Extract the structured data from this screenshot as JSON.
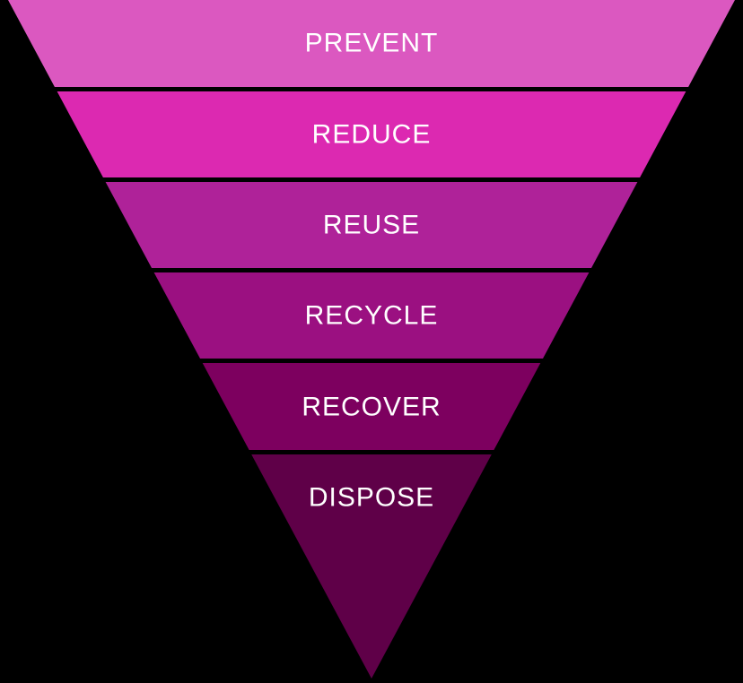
{
  "background_color": "#000000",
  "divider_color": "#000000",
  "text_color": "#ffffff",
  "funnel": {
    "type": "funnel",
    "levels": [
      {
        "label": "PREVENT",
        "color": "#db58c0"
      },
      {
        "label": "REDUCE",
        "color": "#dc29b1"
      },
      {
        "label": "REUSE",
        "color": "#af2299"
      },
      {
        "label": "RECYCLE",
        "color": "#9b1081"
      },
      {
        "label": "RECOVER",
        "color": "#7d005f"
      },
      {
        "label": "DISPOSE",
        "color": "#5f0048"
      }
    ]
  }
}
